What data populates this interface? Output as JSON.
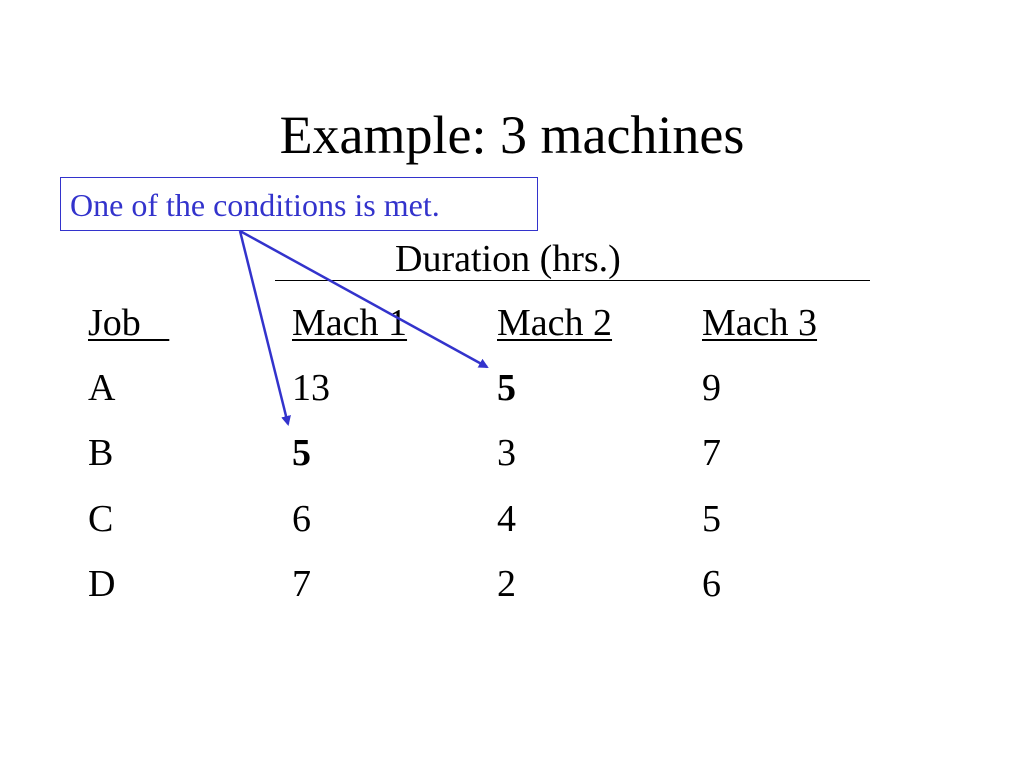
{
  "slide": {
    "title": "Example: 3 machines",
    "callout": "One of the conditions is met.",
    "duration_header": "Duration (hrs.)"
  },
  "table": {
    "headers": [
      "Job   ",
      "Mach 1",
      "Mach 2",
      "Mach 3"
    ],
    "rows": [
      [
        "A",
        "13",
        "5",
        "9"
      ],
      [
        "B",
        "5",
        "3",
        "7"
      ],
      [
        "C",
        "6",
        "4",
        "5"
      ],
      [
        "D",
        "7",
        "2",
        "6"
      ]
    ],
    "bold_cells": [
      "A:Mach 2",
      "B:Mach 1"
    ]
  },
  "colors": {
    "accent": "#3333cc",
    "text": "#000000",
    "background": "#ffffff"
  }
}
